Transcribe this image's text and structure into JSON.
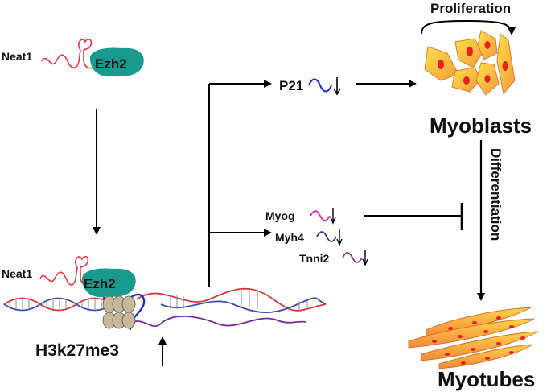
{
  "labels": {
    "neat1_top": "Neat1",
    "ezh2_top": "Ezh2",
    "neat1_bottom": "Neat1",
    "ezh2_bottom": "Ezh2",
    "h3k27me3": "H3k27me3",
    "p21": "P21",
    "myog": "Myog",
    "myh4": "Myh4",
    "tnni2": "Tnni2",
    "proliferation": "Proliferation",
    "myoblasts": "Myoblasts",
    "differentiation": "Differentiation",
    "myotubes": "Myotubes"
  },
  "colors": {
    "ezh2": "#1a9a8f",
    "neat1_rna": "#e8363d",
    "dna_red": "#d43a3a",
    "dna_blue": "#3b4fb0",
    "dna_purple": "#7a2c96",
    "p21_wave": "#1a2ee0",
    "myog_wave": "#e020c8",
    "myh4_wave": "#243a8e",
    "tnni2_wave": "#8a2a9a",
    "cell_orange": "#f39a3a",
    "cell_yellow": "#ffe04a",
    "nucleus": "#e8201a",
    "histone": "#c8b89a",
    "arrow": "#000000"
  }
}
